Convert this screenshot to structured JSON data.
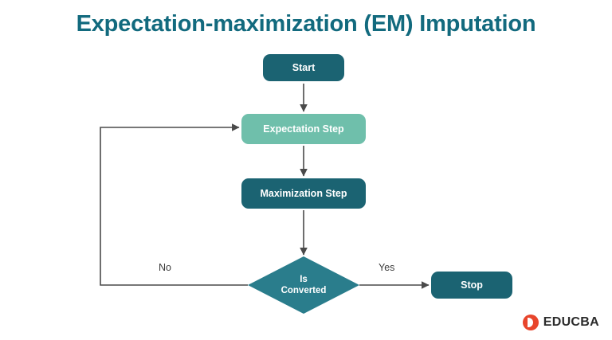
{
  "page": {
    "title": "Expectation-maximization (EM) Imputation",
    "title_color": "#126a7e",
    "background": "#ffffff"
  },
  "diagram": {
    "type": "flowchart",
    "nodes": [
      {
        "id": "start",
        "label": "Start",
        "shape": "rounded-rectangle",
        "color": "#1b6372"
      },
      {
        "id": "expectation",
        "label": "Expectation Step",
        "shape": "rounded-rectangle",
        "color": "#6fbfab"
      },
      {
        "id": "maximization",
        "label": "Maximization Step",
        "shape": "rounded-rectangle",
        "color": "#1b6372"
      },
      {
        "id": "decision",
        "label": "Is Converted",
        "label_line1": "Is",
        "label_line2": "Converted",
        "shape": "diamond",
        "color": "#2a7d8c"
      },
      {
        "id": "stop",
        "label": "Stop",
        "shape": "rounded-rectangle",
        "color": "#1b6372"
      }
    ],
    "edges": [
      {
        "from": "start",
        "to": "expectation",
        "label": ""
      },
      {
        "from": "expectation",
        "to": "maximization",
        "label": ""
      },
      {
        "from": "maximization",
        "to": "decision",
        "label": ""
      },
      {
        "from": "decision",
        "to": "stop",
        "label": "Yes"
      },
      {
        "from": "decision",
        "to": "expectation",
        "label": "No"
      }
    ],
    "edge_labels": {
      "no": "No",
      "yes": "Yes"
    },
    "arrow_color": "#4a4a4a"
  },
  "branding": {
    "name": "EDUCBA",
    "mark": "educba-logo-icon",
    "mark_color": "#e8452c"
  }
}
